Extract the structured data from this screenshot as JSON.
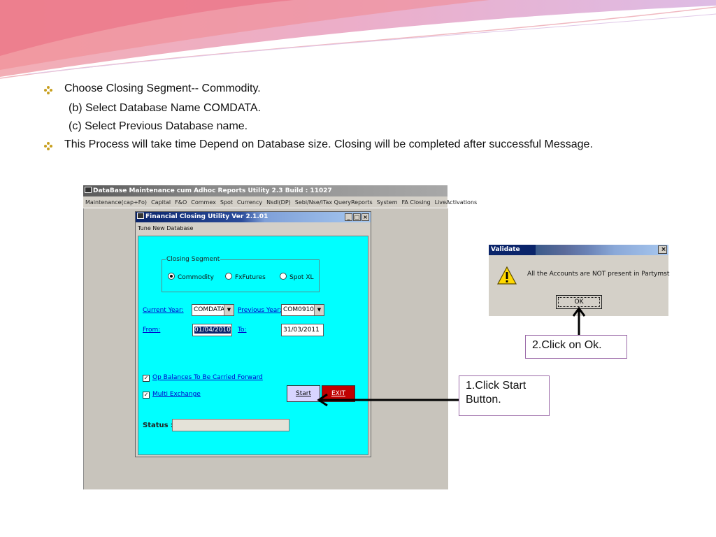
{
  "bullets": [
    {
      "marker": true,
      "text": "Choose Closing Segment-- Commodity."
    },
    {
      "marker": false,
      "text": "(b) Select Database Name COMDATA."
    },
    {
      "marker": false,
      "text": "(c) Select Previous Database name."
    },
    {
      "marker": true,
      "text": "This Process will take time Depend on Database size. Closing will  be completed after successful Message."
    }
  ],
  "app": {
    "title": "DataBase Maintenance cum Adhoc Reports Utility 2.3 Build : 11027",
    "menu": [
      "Maintenance(cap+Fo)",
      "Capital",
      "F&O",
      "Commex",
      "Spot",
      "Currency",
      "Nsdl(DP)",
      "Sebi/Nse/ITax Query",
      "Reports",
      "System",
      "FA Closing",
      "LiveActivations"
    ]
  },
  "dialog": {
    "title": "Financial Closing Utility Ver 2.1.01",
    "menu_label": "Tune New Database",
    "closing_segment_label": "Closing Segment",
    "radios": [
      {
        "label": "Commodity",
        "selected": true
      },
      {
        "label": "FxFutures",
        "selected": false
      },
      {
        "label": "Spot XL",
        "selected": false
      }
    ],
    "current_year_label": "Current Year:",
    "current_year_value": "COMDATA",
    "previous_year_label": "Previous Year:",
    "previous_year_value": "COM0910",
    "from_label": "From:",
    "from_value": "01/04/2010",
    "to_label": "To:",
    "to_value": "31/03/2011",
    "op_balances_label": "Op Balances To Be Carried Forward",
    "multi_exchange_label": "Multi Exchange",
    "start_label": "Start",
    "exit_label": "EXIT",
    "status_label": "Status :",
    "status_value": ""
  },
  "validate": {
    "title": "Validate",
    "message": "All the Accounts are NOT present in Partymst",
    "ok_label": "OK"
  },
  "callouts": {
    "click_ok": "2.Click on Ok.",
    "click_start_line1": "1.Click Start",
    "click_start_line2": "Button."
  },
  "colors": {
    "callout_border": "#9b6aa8",
    "bullet_marker": "#c8a020",
    "dialog_body": "#00ffff",
    "exit_button": "#c00000",
    "start_button": "#d8d4ff"
  },
  "icons": [
    "window-icon",
    "warning-icon",
    "close-icon",
    "minimize-icon",
    "maximize-icon",
    "dropdown-arrow-icon",
    "bullet-diamond-icon",
    "arrow-icon"
  ]
}
